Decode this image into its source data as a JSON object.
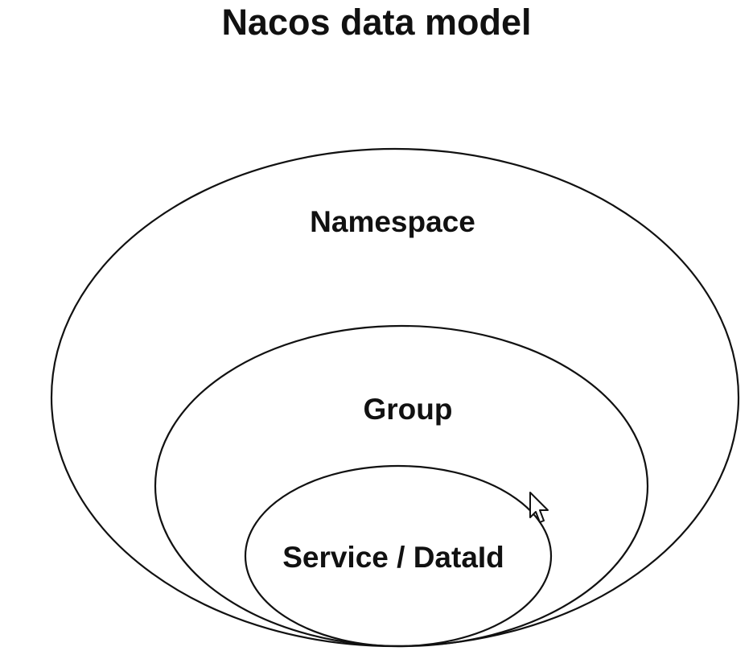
{
  "diagram": {
    "title": "Nacos data model",
    "layers": [
      {
        "key": "namespace",
        "label": "Namespace"
      },
      {
        "key": "group",
        "label": "Group"
      },
      {
        "key": "service",
        "label": "Service / DataId"
      }
    ]
  },
  "colors": {
    "stroke": "#111111",
    "text": "#111111",
    "background": "#ffffff"
  },
  "icons": {
    "cursor": "mouse-pointer-icon"
  }
}
